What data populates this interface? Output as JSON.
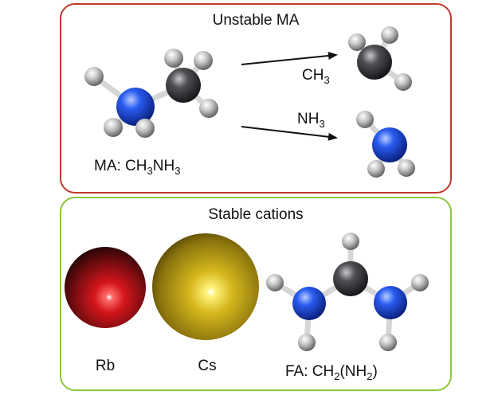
{
  "top_panel": {
    "title": "Unstable MA",
    "border_color": "#c0392b",
    "molecule_label": {
      "prefix": "MA: CH",
      "sub1": "3",
      "mid": "NH",
      "sub2": "3"
    },
    "product_1": {
      "text": "CH",
      "sub": "3"
    },
    "product_2": {
      "text": "NH",
      "sub": "3"
    }
  },
  "bottom_panel": {
    "title": "Stable cations",
    "border_color": "#8dc63f",
    "rb_label": "Rb",
    "cs_label": "Cs",
    "fa_label": {
      "prefix": "FA: CH",
      "sub1": "2",
      "mid": "(NH",
      "sub2": "2",
      "suffix": ")"
    }
  },
  "colors": {
    "nitrogen": "#1f4fd8",
    "carbon": "#4a4a4e",
    "hydrogen": "#b8b8b8",
    "rubidium": "#c8141a",
    "cesium": "#d1b21c"
  }
}
